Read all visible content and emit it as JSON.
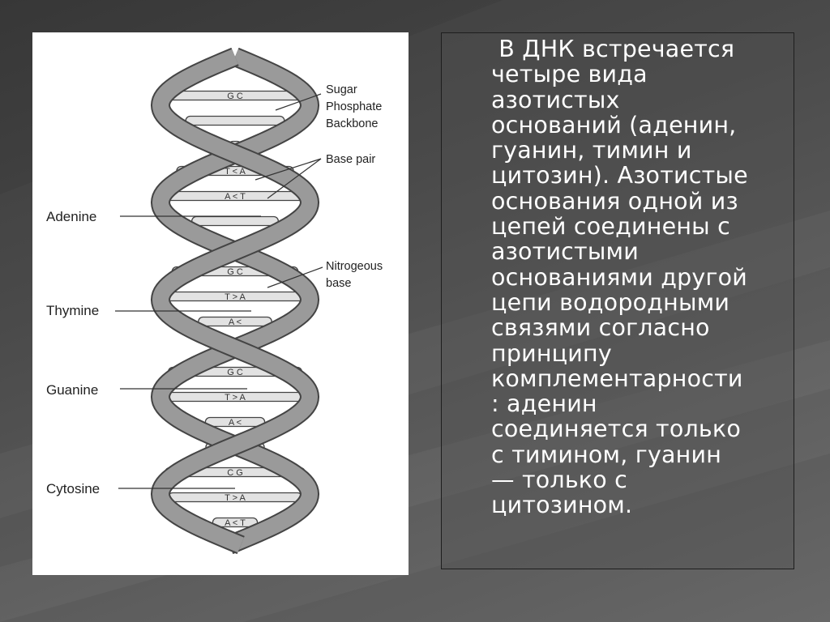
{
  "figure": {
    "labels_left": [
      {
        "id": "adenine",
        "text": "Adenine"
      },
      {
        "id": "thymine",
        "text": "Thymine"
      },
      {
        "id": "guanine",
        "text": "Guanine"
      },
      {
        "id": "cytosine",
        "text": "Cytosine"
      }
    ],
    "labels_right": {
      "backbone": [
        "Sugar",
        "Phosphate",
        "Backbone"
      ],
      "base_pair": "Base pair",
      "nitrogenous": [
        "Nitrogeous",
        "base"
      ]
    },
    "base_pairs": [
      "G C",
      "",
      "G C",
      "T < A",
      "A < T",
      "",
      "",
      "G C",
      "T > A",
      "A <",
      "",
      "G C",
      "T > A",
      "A <",
      "",
      "C G",
      "T > A",
      "A < T"
    ]
  },
  "text": {
    "lines": [
      " В ДНК встречается",
      "четыре вида",
      "азотистых",
      "оснований (аденин,",
      "гуанин, тимин и",
      "цитозин). Азотистые",
      "основания одной из",
      "цепей соединены с",
      "азотистыми",
      "основаниями другой",
      "цепи водородными",
      "связями согласно",
      "принципу",
      "комплементарности",
      ": аденин",
      "соединяется только",
      "с тимином, гуанин",
      "— только с",
      "цитозином."
    ]
  }
}
